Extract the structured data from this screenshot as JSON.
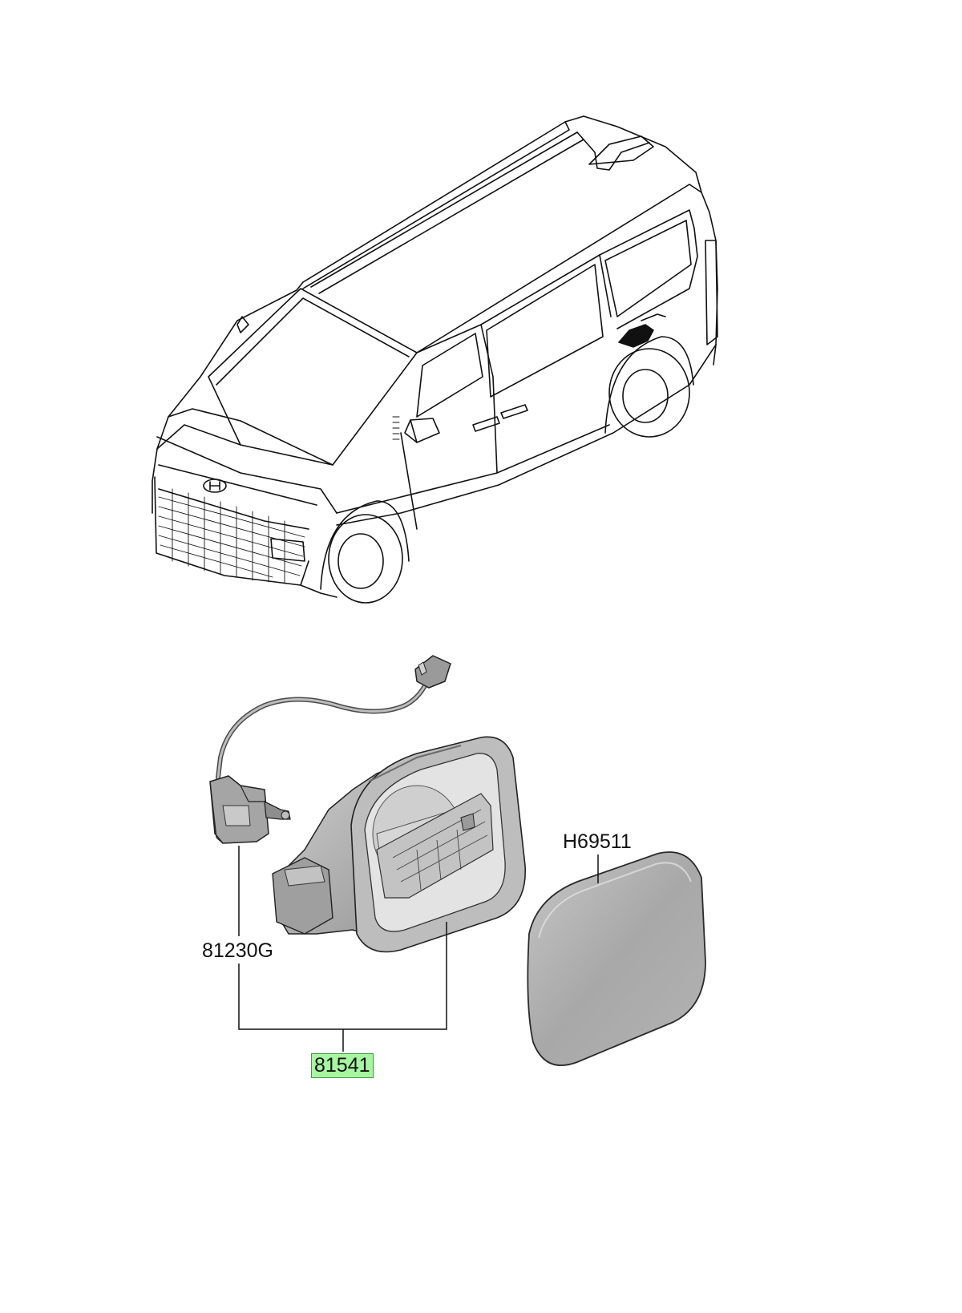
{
  "parts": [
    {
      "id": "p1",
      "number": "81230G",
      "highlighted": false
    },
    {
      "id": "p2",
      "number": "H69511",
      "highlighted": false
    },
    {
      "id": "p3",
      "number": "81541",
      "highlighted": true
    }
  ],
  "colors": {
    "line": "#111111",
    "highlight_fill": "#a6f5a0",
    "highlight_border": "#3f9a3a",
    "part_gray": "#b8b8b8",
    "part_dark": "#7c7c7c"
  }
}
